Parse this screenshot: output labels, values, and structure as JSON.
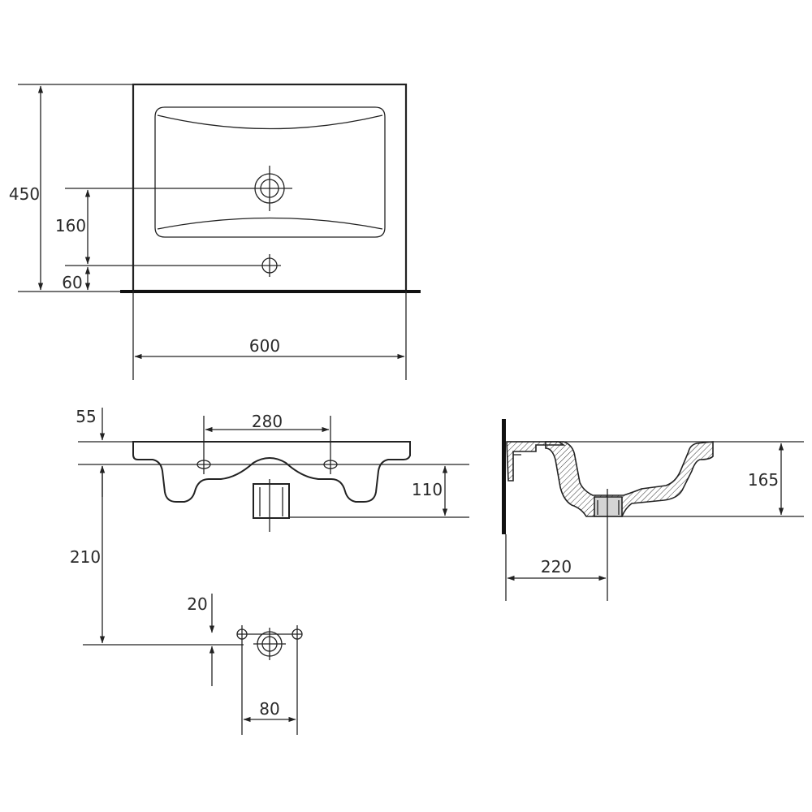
{
  "top_view": {
    "dim_width": "600",
    "dim_depth": "450",
    "dim_tap_offset": "160",
    "dim_wall_offset": "60"
  },
  "front_view": {
    "dim_hole_spacing": "280",
    "dim_rim_height": "55",
    "dim_body_height": "110",
    "dim_drain_height": "210"
  },
  "tap_detail": {
    "dim_pitch": "80",
    "dim_offset": "20"
  },
  "side_view": {
    "dim_bowl_depth": "165",
    "dim_drain_distance": "220"
  }
}
